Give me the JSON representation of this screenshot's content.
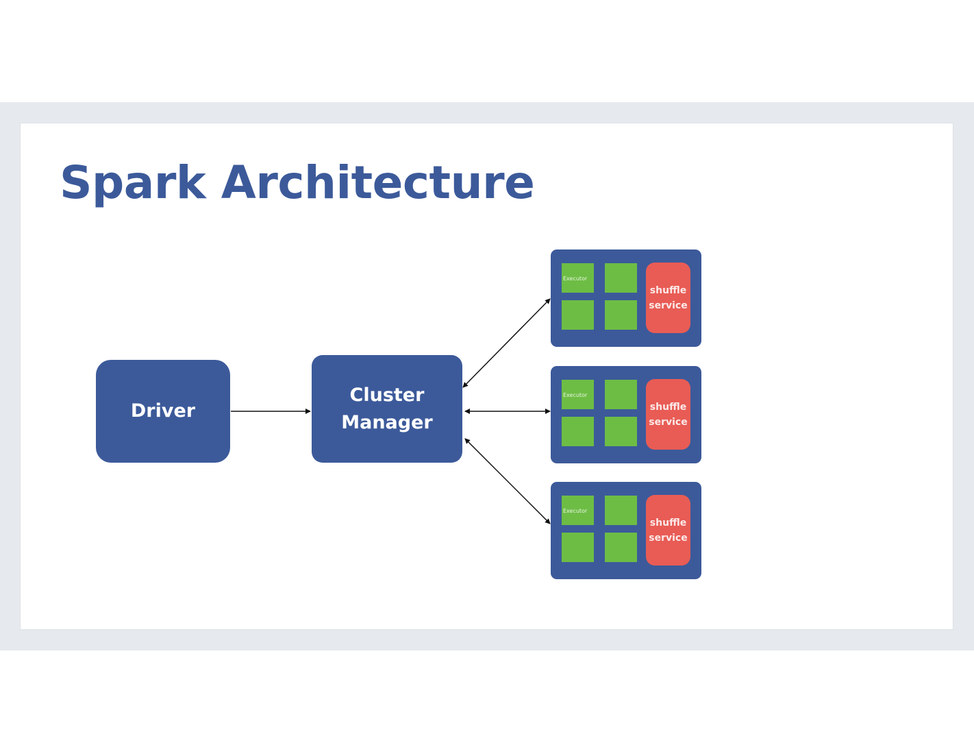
{
  "slide": {
    "title": "Spark Architecture",
    "colors": {
      "node": "#3c5a9a",
      "executor": "#6dbd45",
      "shuffle": "#e85c55",
      "background_band": "#e6eaee"
    }
  },
  "nodes": {
    "driver": {
      "label": "Driver"
    },
    "cluster_manager": {
      "line1": "Cluster",
      "line2": "Manager"
    }
  },
  "workers": [
    {
      "executor_label": "Executor",
      "shuffle_line1": "shuffle",
      "shuffle_line2": "service"
    },
    {
      "executor_label": "Executor",
      "shuffle_line1": "shuffle",
      "shuffle_line2": "service"
    },
    {
      "executor_label": "Executor",
      "shuffle_line1": "shuffle",
      "shuffle_line2": "service"
    }
  ],
  "edges": [
    {
      "from": "Driver",
      "to": "Cluster Manager",
      "direction": "one-way"
    },
    {
      "from": "Cluster Manager",
      "to": "Worker 1",
      "direction": "two-way"
    },
    {
      "from": "Cluster Manager",
      "to": "Worker 2",
      "direction": "two-way"
    },
    {
      "from": "Cluster Manager",
      "to": "Worker 3",
      "direction": "two-way"
    }
  ]
}
